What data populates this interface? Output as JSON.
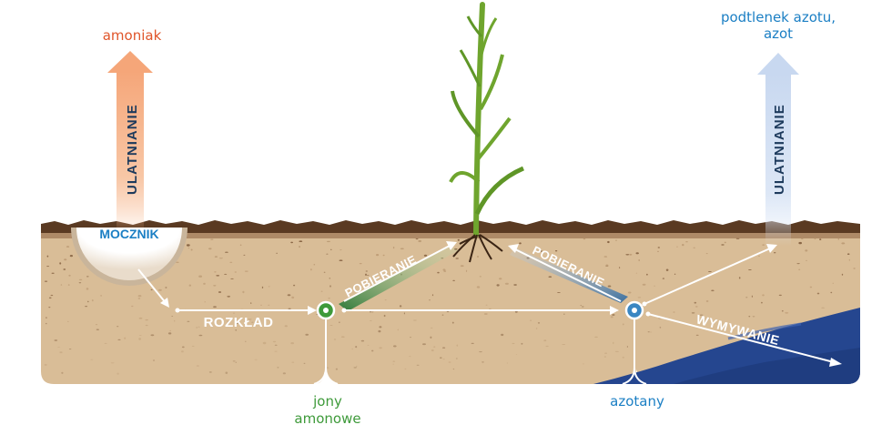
{
  "labels": {
    "ammonia": "amoniak",
    "nitrous_oxide": "podtlenek azotu,\nazot",
    "ammonium_ions": "jony\namonowe",
    "nitrates": "azotany"
  },
  "processes": {
    "volatilization_left": "ULATNIANIE",
    "volatilization_right": "ULATNIANIE",
    "urea": "MOCZNIK",
    "decomposition": "ROZKŁAD",
    "uptake_left": "POBIERANIE",
    "uptake_right": "POBIERANIE",
    "leaching": "WYMYWANIE"
  },
  "colors": {
    "ammonia": "#e0552a",
    "nitrogen_blue": "#1b7fc4",
    "ammonium_green": "#3e9a3a",
    "process_dark": "#1d3a5c",
    "soil": "#d9bd97",
    "soil_top": "#5a3a22",
    "water": "#25468f",
    "plant": "#6fa52e"
  }
}
